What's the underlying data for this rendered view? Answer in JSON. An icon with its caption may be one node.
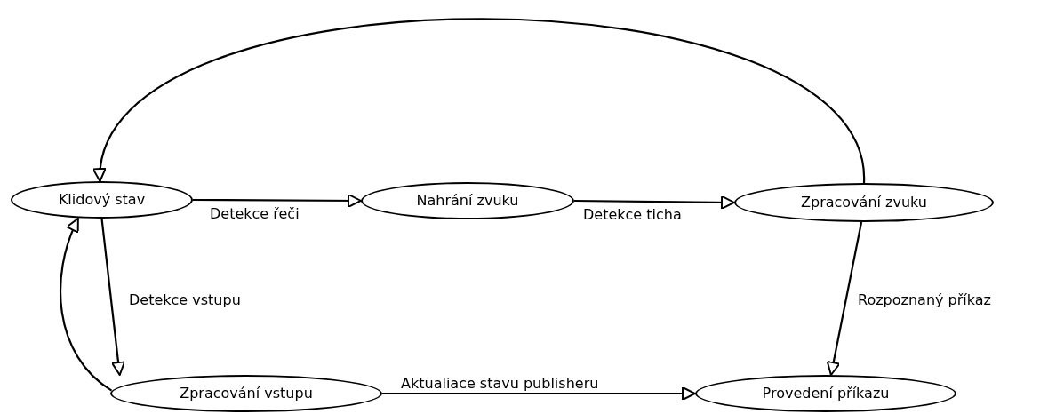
{
  "diagram": {
    "nodes": [
      {
        "text": [
          "Klidový stav"
        ]
      },
      {
        "text": [
          "Nahrání zvuku"
        ]
      },
      {
        "text": [
          "Zpracování zvuku"
        ]
      },
      {
        "text": [
          "Zpracování vstupu"
        ]
      },
      {
        "text": [
          "Provedení příkazu"
        ]
      }
    ],
    "edges": [
      {
        "from": 0,
        "to": 1,
        "arrow": "to",
        "label": "Detekce řeči"
      },
      {
        "from": 1,
        "to": 2,
        "arrow": "to",
        "label": "Detekce ticha"
      },
      {
        "from": 2,
        "to": 0,
        "arrow": "to"
      },
      {
        "from": 0,
        "to": 3,
        "arrow": "to",
        "label": "Detekce vstupu"
      },
      {
        "from": 3,
        "to": 0,
        "arrow": "to"
      },
      {
        "from": 2,
        "to": 4,
        "arrow": "to",
        "label": "Rozpoznaný příkaz"
      },
      {
        "from": 3,
        "to": 4,
        "arrow": "to",
        "label": "Aktualiace stavu publisheru"
      }
    ]
  }
}
